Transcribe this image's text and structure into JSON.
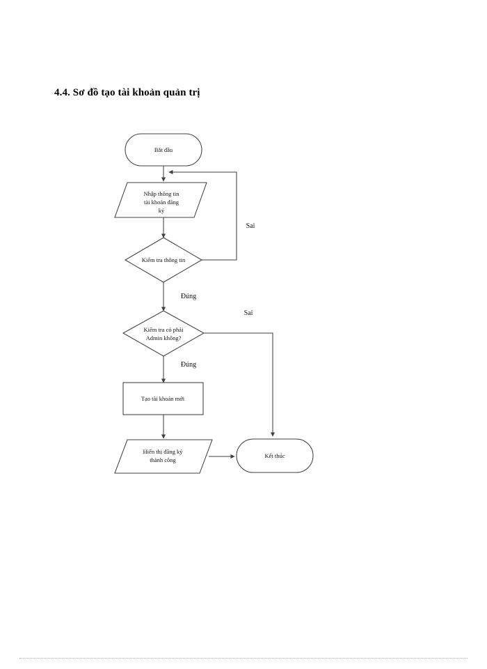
{
  "document": {
    "section_title": "4.4. Sơ đồ tạo tài khoản quản trị",
    "background_color": "#ffffff",
    "line_color": "#3f3f46",
    "text_color": "#111111"
  },
  "flowchart": {
    "type": "flowchart",
    "orientation": "top-to-bottom",
    "nodes": [
      {
        "id": "start",
        "shape": "terminator",
        "label": "Bắt đầu"
      },
      {
        "id": "input",
        "shape": "parallelogram",
        "label_lines": [
          "Nhập thông tin",
          "tài khoản đăng",
          "ký"
        ]
      },
      {
        "id": "check-info",
        "shape": "diamond",
        "label_lines": [
          "Kiểm tra thông tin"
        ]
      },
      {
        "id": "check-admin",
        "shape": "diamond",
        "label_lines": [
          "Kiểm tra có phải",
          "Admin không?"
        ]
      },
      {
        "id": "create-account",
        "shape": "rectangle",
        "label": "Tạo tài khoản mới"
      },
      {
        "id": "show-success",
        "shape": "parallelogram",
        "label_lines": [
          "Hiển thị đăng ký",
          "thành công"
        ]
      },
      {
        "id": "end",
        "shape": "terminator",
        "label": "Kết thúc"
      }
    ],
    "edges": [
      {
        "id": "start-to-input",
        "from": "start",
        "to": "input",
        "label": ""
      },
      {
        "id": "input-to-check-info",
        "from": "input",
        "to": "check-info",
        "label": ""
      },
      {
        "id": "check-info-false-loop",
        "from": "check-info",
        "to": "input",
        "label": "Sai"
      },
      {
        "id": "check-info-true",
        "from": "check-info",
        "to": "check-admin",
        "label": "Đúng"
      },
      {
        "id": "check-admin-false",
        "from": "check-admin",
        "to": "end",
        "label": "Sai"
      },
      {
        "id": "check-admin-true",
        "from": "check-admin",
        "to": "create-account",
        "label": "Đúng"
      },
      {
        "id": "create-to-show",
        "from": "create-account",
        "to": "show-success",
        "label": ""
      },
      {
        "id": "show-to-end",
        "from": "show-success",
        "to": "end",
        "label": ""
      }
    ],
    "labels": {
      "sai_loop": "Sai",
      "dung_info": "Đúng",
      "sai_admin": "Sai",
      "dung_admin": "Đúng"
    }
  }
}
